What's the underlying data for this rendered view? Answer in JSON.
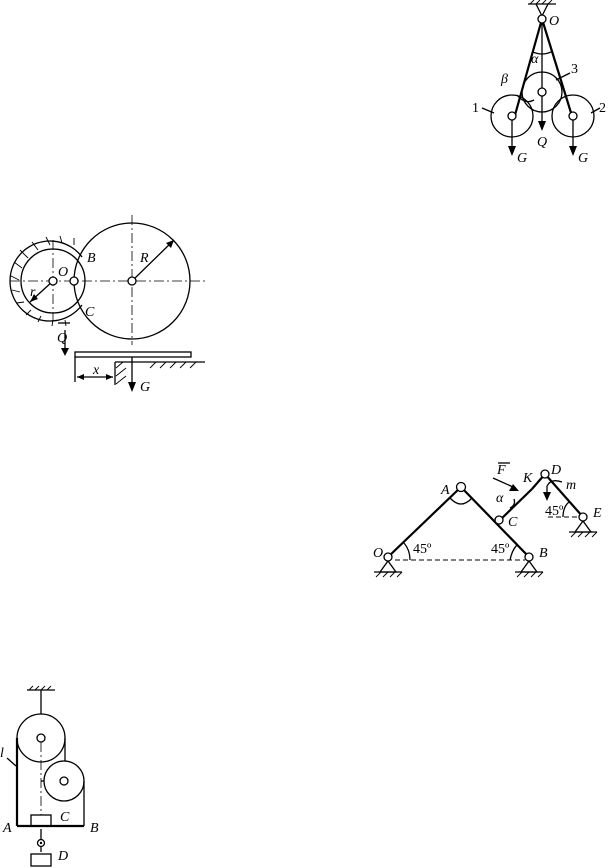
{
  "fig_pendulum": {
    "O": "O",
    "alpha": "α",
    "beta": "β",
    "n1": "1",
    "n2": "2",
    "n3": "3",
    "G1": "G",
    "G2": "G",
    "Q": "Q"
  },
  "fig_gears": {
    "B": "B",
    "O": "O",
    "R": "R",
    "r": "r",
    "C": "C",
    "Q": "Q",
    "x": "x",
    "G": "G"
  },
  "fig_frame": {
    "A": "A",
    "F": "F",
    "K": "K",
    "D": "D",
    "m": "m",
    "alpha": "α",
    "C": "C",
    "E": "E",
    "O": "O",
    "B": "B",
    "angle1": "45º",
    "angle2": "45º",
    "angle3": "45º"
  },
  "fig_pulley": {
    "l": "l",
    "A": "A",
    "C": "C",
    "B": "B",
    "D": "D"
  }
}
